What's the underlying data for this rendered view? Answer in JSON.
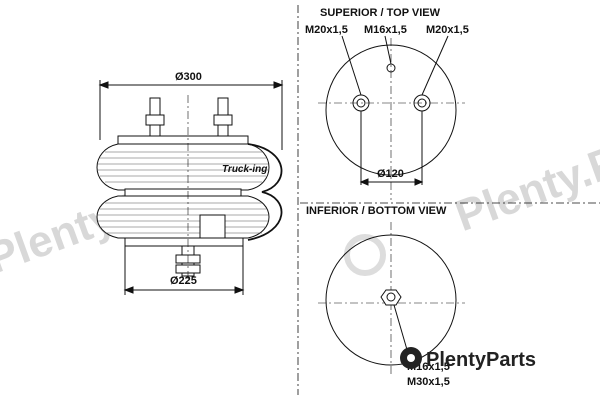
{
  "views": {
    "top_title": "SUPERIOR / TOP VIEW",
    "bottom_title": "INFERIOR / BOTTOM VIEW"
  },
  "side_view": {
    "top_diameter": "Ø300",
    "bottom_diameter": "Ø225",
    "brand_label": "Truck-ing"
  },
  "top_view": {
    "thread_left": "M20x1,5",
    "thread_center": "M16x1,5",
    "thread_right": "M20x1,5",
    "bolt_circle": "Ø120"
  },
  "bottom_view": {
    "thread_a": "M16x1,5",
    "thread_b": "M30x1,5"
  },
  "watermark": {
    "text": "Plenty.Parts",
    "logo_text": "PlentyParts"
  },
  "colors": {
    "line": "#111111",
    "watermark": "#d8d8d8",
    "brand": "#e8a000"
  }
}
